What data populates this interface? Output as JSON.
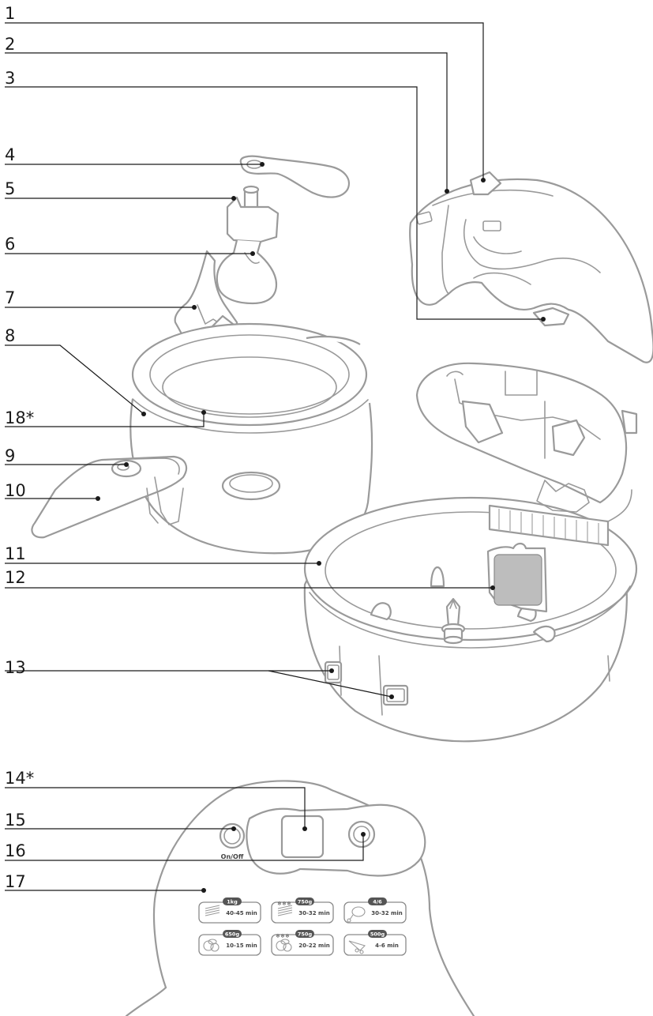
{
  "callouts": [
    {
      "label": "1"
    },
    {
      "label": "2"
    },
    {
      "label": "3"
    },
    {
      "label": "4"
    },
    {
      "label": "5"
    },
    {
      "label": "6"
    },
    {
      "label": "7"
    },
    {
      "label": "8"
    },
    {
      "label": "18*"
    },
    {
      "label": "9"
    },
    {
      "label": "10"
    },
    {
      "label": "11"
    },
    {
      "label": "12"
    },
    {
      "label": "13"
    },
    {
      "label": "14*"
    },
    {
      "label": "15"
    },
    {
      "label": "16"
    },
    {
      "label": "17"
    }
  ],
  "control_panel": {
    "onoff_label": "On/Off",
    "programs": [
      {
        "qty": "1kg",
        "time": "40-45 min",
        "icon": "fries-icon"
      },
      {
        "qty": "750g",
        "time": "30-32 min",
        "icon": "frozen-fries-icon"
      },
      {
        "qty": "4/6",
        "time": "30-32 min",
        "icon": "chicken-leg-icon"
      },
      {
        "qty": "650g",
        "time": "10-15 min",
        "icon": "vegetables-icon"
      },
      {
        "qty": "750g",
        "time": "20-22 min",
        "icon": "frozen-vegetables-icon"
      },
      {
        "qty": "500g",
        "time": "4-6 min",
        "icon": "shrimp-icon"
      }
    ]
  }
}
